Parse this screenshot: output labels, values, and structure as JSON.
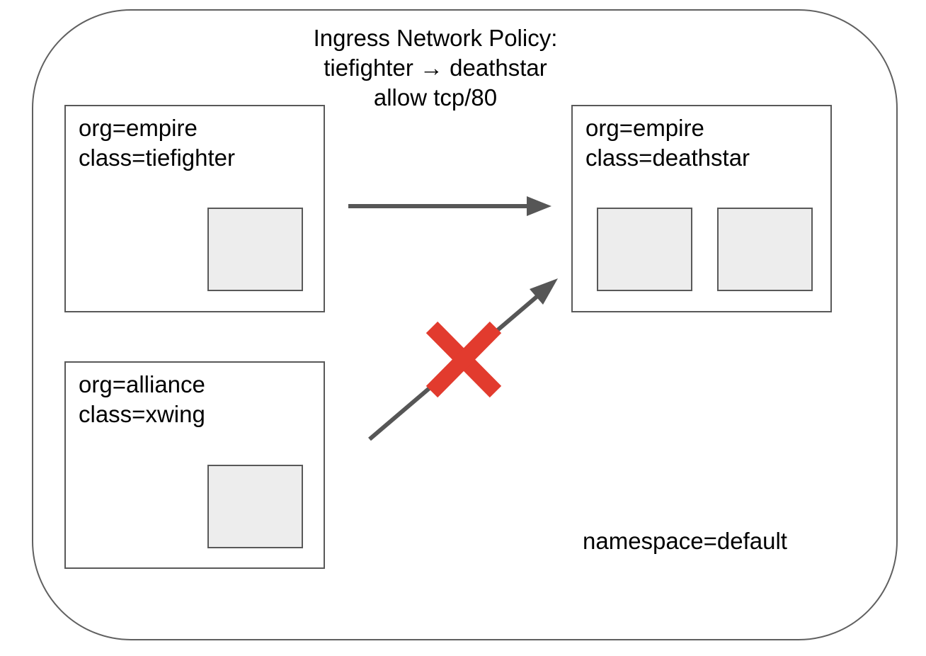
{
  "title": {
    "line1": "Ingress Network Policy:",
    "line2": "tiefighter → deathstar",
    "line3": "allow tcp/80"
  },
  "namespace": {
    "label": "namespace=default"
  },
  "nodes": {
    "tiefighter": {
      "org": "org=empire",
      "class": "class=tiefighter",
      "pod_count": 1
    },
    "xwing": {
      "org": "org=alliance",
      "class": "class=xwing",
      "pod_count": 1
    },
    "deathstar": {
      "org": "org=empire",
      "class": "class=deathstar",
      "pod_count": 2
    }
  },
  "edges": [
    {
      "from": "tiefighter",
      "to": "deathstar",
      "result": "allowed",
      "indicator": "arrow"
    },
    {
      "from": "xwing",
      "to": "deathstar",
      "result": "denied",
      "indicator": "arrow-with-red-x"
    }
  ],
  "colors": {
    "background": "#ffffff",
    "boundary_border": "#606060",
    "box_border": "#595959",
    "arrow": "#565656",
    "pod_fill": "#ededed",
    "deny_x": "#e23b2e",
    "text": "#000000"
  }
}
